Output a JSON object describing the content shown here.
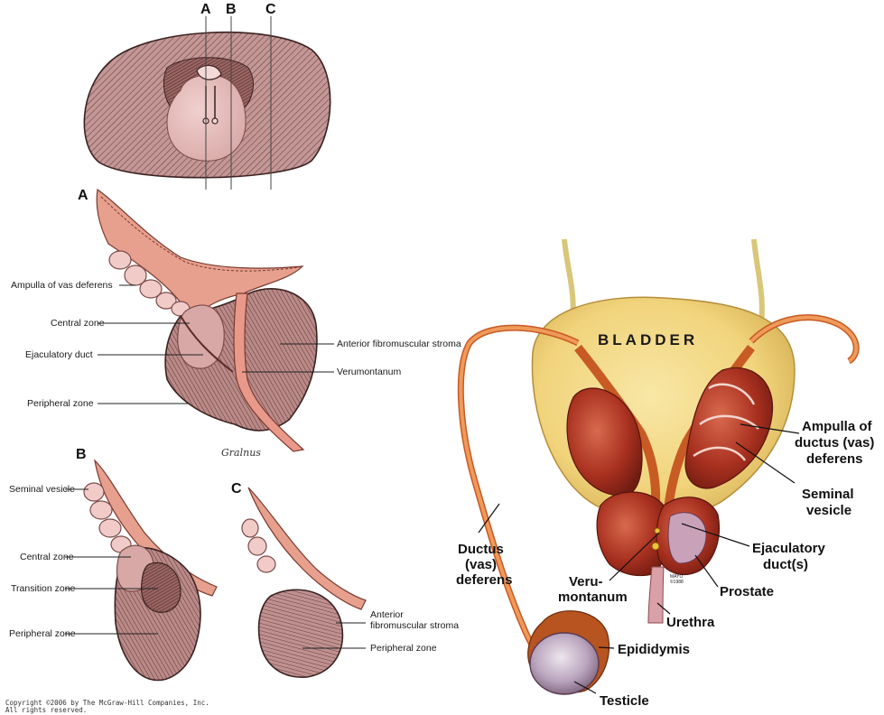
{
  "left_figure": {
    "section_letters": [
      "A",
      "B",
      "C"
    ],
    "panel_A": {
      "letter": "A",
      "labels_left": [
        "Ampulla of vas deferens",
        "Central zone",
        "Ejaculatory duct",
        "Peripheral zone"
      ],
      "labels_right": [
        "Anterior fibromuscular stroma",
        "Verumontanum"
      ]
    },
    "panel_B": {
      "letter": "B",
      "labels": [
        "Seminal vesicle",
        "Central zone",
        "Transition zone",
        "Peripheral zone"
      ]
    },
    "panel_C": {
      "letter": "C",
      "label_stroma_1": "Anterior",
      "label_stroma_2": "fibromuscular stroma",
      "label_peripheral": "Peripheral zone"
    },
    "signature": "Gralnus",
    "copyright_line1": "Copyright ©2006 by The McGraw-Hill Companies, Inc.",
    "copyright_line2": "All rights reserved."
  },
  "right_figure": {
    "bladder_label": "BLADDER",
    "ampulla": [
      "Ampulla of",
      "ductus (vas)",
      "deferens"
    ],
    "seminal_vesicle": [
      "Seminal",
      "vesicle"
    ],
    "ejaculatory": [
      "Ejaculatory",
      "duct(s)"
    ],
    "ductus": [
      "Ductus",
      "(vas)",
      "deferens"
    ],
    "verumontanum": [
      "Veru-",
      "montanum"
    ],
    "prostate": "Prostate",
    "urethra": "Urethra",
    "epididymis": "Epididymis",
    "testicle": "Testicle",
    "mayo_mark": [
      "MAYO",
      "©1988"
    ]
  },
  "colors": {
    "tissue": "#b98a88",
    "tissue_dark": "#8a5a58",
    "salmon": "#e7a08e",
    "light_pink": "#e8c0bf",
    "bladder_yellow": "#f2d985",
    "vas_orange": "#e8823f",
    "red_gland": "#b0382a"
  }
}
